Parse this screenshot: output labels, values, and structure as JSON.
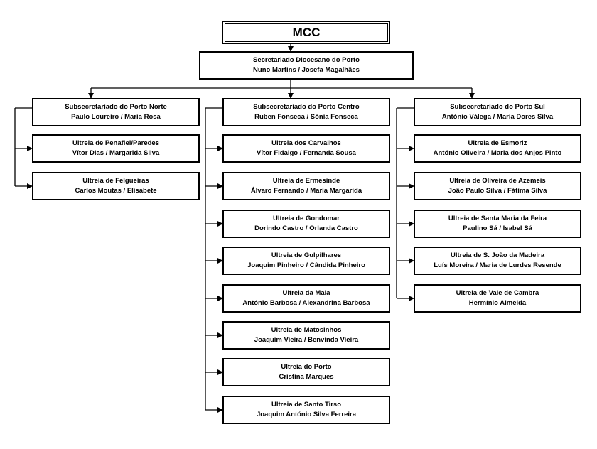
{
  "root": {
    "title": "MCC"
  },
  "secretariat": {
    "title": "Secretariado Diocesano do Porto",
    "people": "Nuno Martins / Josefa Magalhães"
  },
  "columns": [
    {
      "head": {
        "title": "Subsecretariado do Porto Norte",
        "people": "Paulo Loureiro / Maria Rosa"
      },
      "units": [
        {
          "title": "Ultreia de Penafiel/Paredes",
          "people": "Vítor Dias / Margarida Silva"
        },
        {
          "title": "Ultreia de Felgueiras",
          "people": "Carlos Moutas / Elisabete"
        }
      ]
    },
    {
      "head": {
        "title": "Subsecretariado do Porto Centro",
        "people": "Ruben Fonseca / Sónia Fonseca"
      },
      "units": [
        {
          "title": "Ultreia dos Carvalhos",
          "people": "Vítor Fidalgo / Fernanda Sousa"
        },
        {
          "title": "Ultreia de Ermesinde",
          "people": "Álvaro Fernando / Maria Margarida"
        },
        {
          "title": "Ultreia de Gondomar",
          "people": "Dorindo Castro / Orlanda Castro"
        },
        {
          "title": "Ultreia de Gulpilhares",
          "people": "Joaquim Pinheiro / Cândida Pinheiro"
        },
        {
          "title": "Ultreia da Maia",
          "people": "António Barbosa / Alexandrina Barbosa"
        },
        {
          "title": "Ultreia de Matosinhos",
          "people": "Joaquim Vieira / Benvinda Vieira"
        },
        {
          "title": "Ultreia do Porto",
          "people": "Cristina Marques"
        },
        {
          "title": "Ultreia de Santo Tirso",
          "people": "Joaquim António Silva Ferreira"
        }
      ]
    },
    {
      "head": {
        "title": "Subsecretariado do Porto Sul",
        "people": "António Válega / Maria Dores Silva"
      },
      "units": [
        {
          "title": "Ultreia de Esmoriz",
          "people": "António Oliveira / Maria dos Anjos Pinto"
        },
        {
          "title": "Ultreia de Oliveira de Azemeis",
          "people": "João Paulo Silva / Fátima Silva"
        },
        {
          "title": "Ultreia de Santa Maria da Feira",
          "people": "Paulino Sá / Isabel Sá"
        },
        {
          "title": "Ultreia de S. João da Madeira",
          "people": "Luís Moreira / Maria de Lurdes Resende"
        },
        {
          "title": "Ultreia de Vale de Cambra",
          "people": "Hermínio Almeida"
        }
      ]
    }
  ]
}
